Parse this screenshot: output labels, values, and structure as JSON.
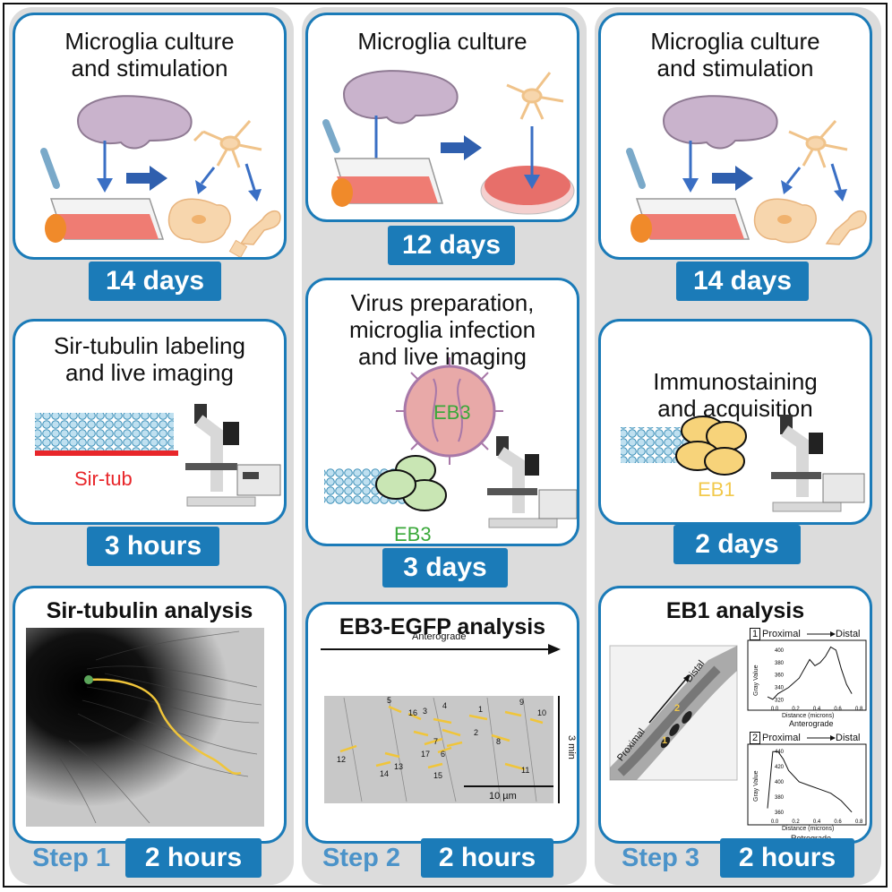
{
  "columns": [
    {
      "step": "Step 1",
      "card1": {
        "title": "Microglia culture\nand stimulation",
        "duration": "14 days"
      },
      "card2": {
        "title": "Sir-tubulin labeling\nand live imaging",
        "label": "Sir-tub",
        "duration": "3 hours"
      },
      "card3": {
        "title": "Sir-tubulin analysis",
        "duration": "2 hours"
      }
    },
    {
      "step": "Step 2",
      "card1": {
        "title": "Microglia culture",
        "duration": "12 days"
      },
      "card2": {
        "title": "Virus preparation,\nmicroglia infection\nand live imaging",
        "virus_label": "EB3",
        "label": "EB3",
        "duration": "3 days"
      },
      "card3": {
        "title": "EB3-EGFP analysis",
        "kymo": {
          "direction": "Anterograde",
          "time_scale": "3 min",
          "scale_bar": "10 µm",
          "track_numbers": [
            "1",
            "2",
            "3",
            "4",
            "5",
            "6",
            "7",
            "8",
            "9",
            "10",
            "11",
            "12",
            "13",
            "14",
            "15",
            "16",
            "17"
          ]
        },
        "duration": "2 hours"
      }
    },
    {
      "step": "Step 3",
      "card1": {
        "title": "Microglia culture\nand stimulation",
        "duration": "14 days"
      },
      "card2": {
        "title": "Immunostaining\nand acquisition",
        "label": "EB1",
        "duration": "2 days"
      },
      "card3": {
        "title": "EB1 analysis",
        "image_labels": {
          "proximal": "Proximal",
          "distal": "Distal",
          "comet1": "1",
          "comet2": "2"
        },
        "plots": [
          {
            "index": "1",
            "from": "Proximal",
            "to": "Distal",
            "title": "Anterograde",
            "xlabel": "Distance (microns)",
            "ylabel": "Gray Value",
            "yticks": [
              "400",
              "380",
              "360",
              "340",
              "320"
            ],
            "xticks": [
              "0.0",
              "0.2",
              "0.4",
              "0.6",
              "0.8"
            ]
          },
          {
            "index": "2",
            "from": "Proximal",
            "to": "Distal",
            "title": "Retrograde",
            "xlabel": "Distance (microns)",
            "ylabel": "Gray Value",
            "yticks": [
              "440",
              "420",
              "400",
              "380",
              "360"
            ],
            "xticks": [
              "0.0",
              "0.2",
              "0.4",
              "0.6",
              "0.8"
            ]
          }
        ],
        "duration": "2 hours"
      }
    }
  ],
  "chart_data": [
    {
      "type": "line",
      "title": "Anterograde",
      "xlabel": "Distance (microns)",
      "ylabel": "Gray Value",
      "xlim": [
        0,
        0.85
      ],
      "ylim": [
        315,
        410
      ],
      "x": [
        0.0,
        0.05,
        0.1,
        0.2,
        0.3,
        0.4,
        0.45,
        0.5,
        0.55,
        0.6,
        0.65,
        0.7,
        0.75,
        0.8
      ],
      "y": [
        325,
        321,
        330,
        340,
        355,
        385,
        375,
        380,
        390,
        405,
        400,
        370,
        345,
        330
      ]
    },
    {
      "type": "line",
      "title": "Retrograde",
      "xlabel": "Distance (microns)",
      "ylabel": "Gray Value",
      "xlim": [
        0,
        0.85
      ],
      "ylim": [
        355,
        445
      ],
      "x": [
        0.0,
        0.05,
        0.1,
        0.15,
        0.2,
        0.3,
        0.4,
        0.5,
        0.6,
        0.7,
        0.8
      ],
      "y": [
        365,
        440,
        440,
        430,
        415,
        400,
        395,
        390,
        385,
        375,
        360
      ]
    }
  ]
}
